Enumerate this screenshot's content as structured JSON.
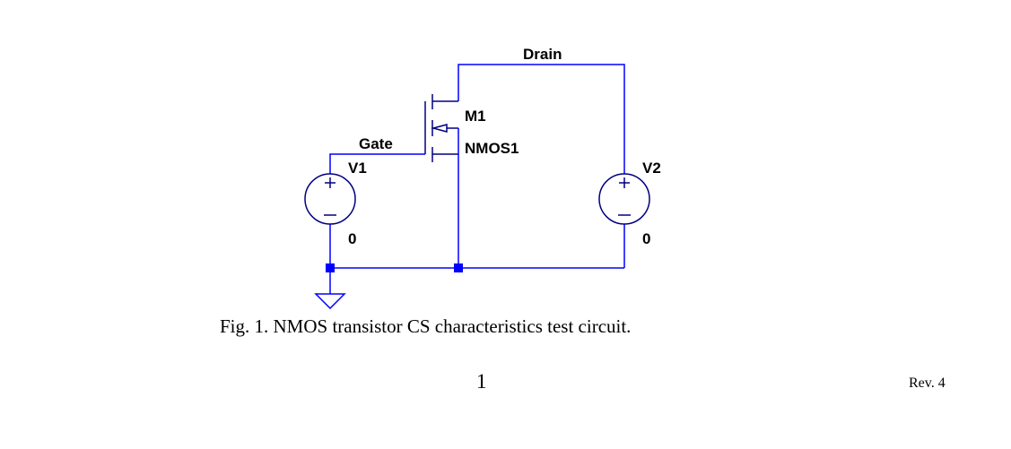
{
  "schematic": {
    "nets": {
      "drain": "Drain",
      "gate": "Gate"
    },
    "components": {
      "transistor": {
        "ref": "M1",
        "model": "NMOS1",
        "type": "NMOS"
      },
      "source_v1": {
        "ref": "V1",
        "value": "0"
      },
      "source_v2": {
        "ref": "V2",
        "value": "0"
      }
    },
    "colors": {
      "wire": "#0000ff",
      "symbol": "#000080",
      "text": "#000000"
    }
  },
  "caption": "Fig. 1. NMOS transistor CS characteristics test circuit.",
  "footer": {
    "page_number": "1",
    "revision": "Rev. 4"
  }
}
